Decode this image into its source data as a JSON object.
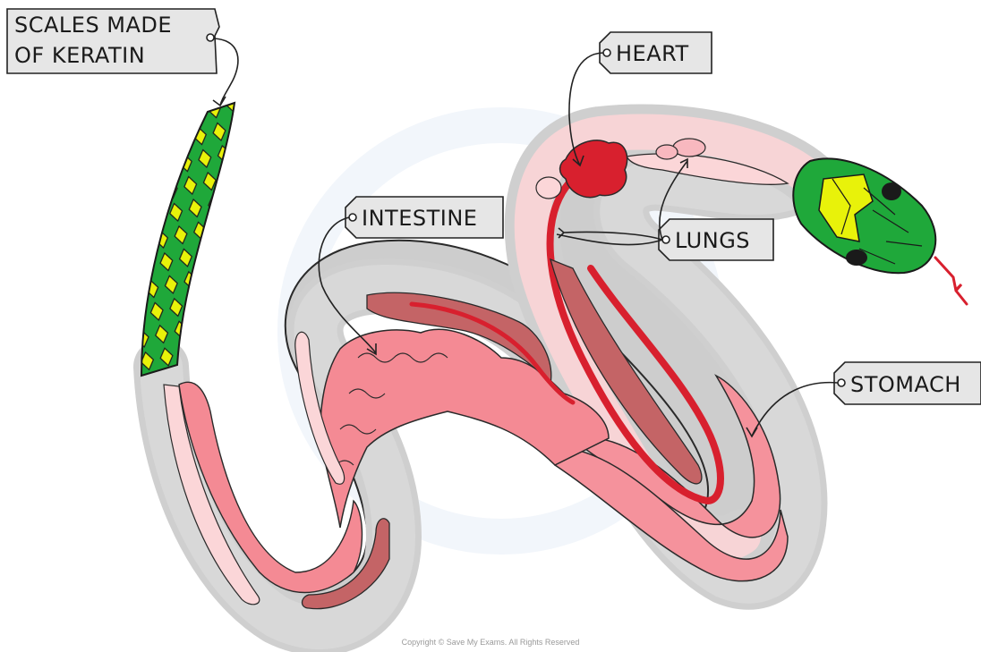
{
  "labels": {
    "scales_line1": "SCALES MADE",
    "scales_line2": "OF KERATIN",
    "heart": "HEART",
    "intestine": "INTESTINE",
    "lungs": "LUNGS",
    "stomach": "STOMACH"
  },
  "copyright": "Copyright © Save My Exams. All Rights Reserved",
  "colors": {
    "body_outline": "#c8c8c8",
    "body_inner": "#d4d4d4",
    "scale_skin": "#1fa83a",
    "scale_spot": "#e8f20a",
    "stomach_pink": "#f5929c",
    "intestine_pink": "#f48a94",
    "pale_pink": "#fbd6d8",
    "heart_red": "#d8202e",
    "kidney_dark": "#c46466"
  }
}
